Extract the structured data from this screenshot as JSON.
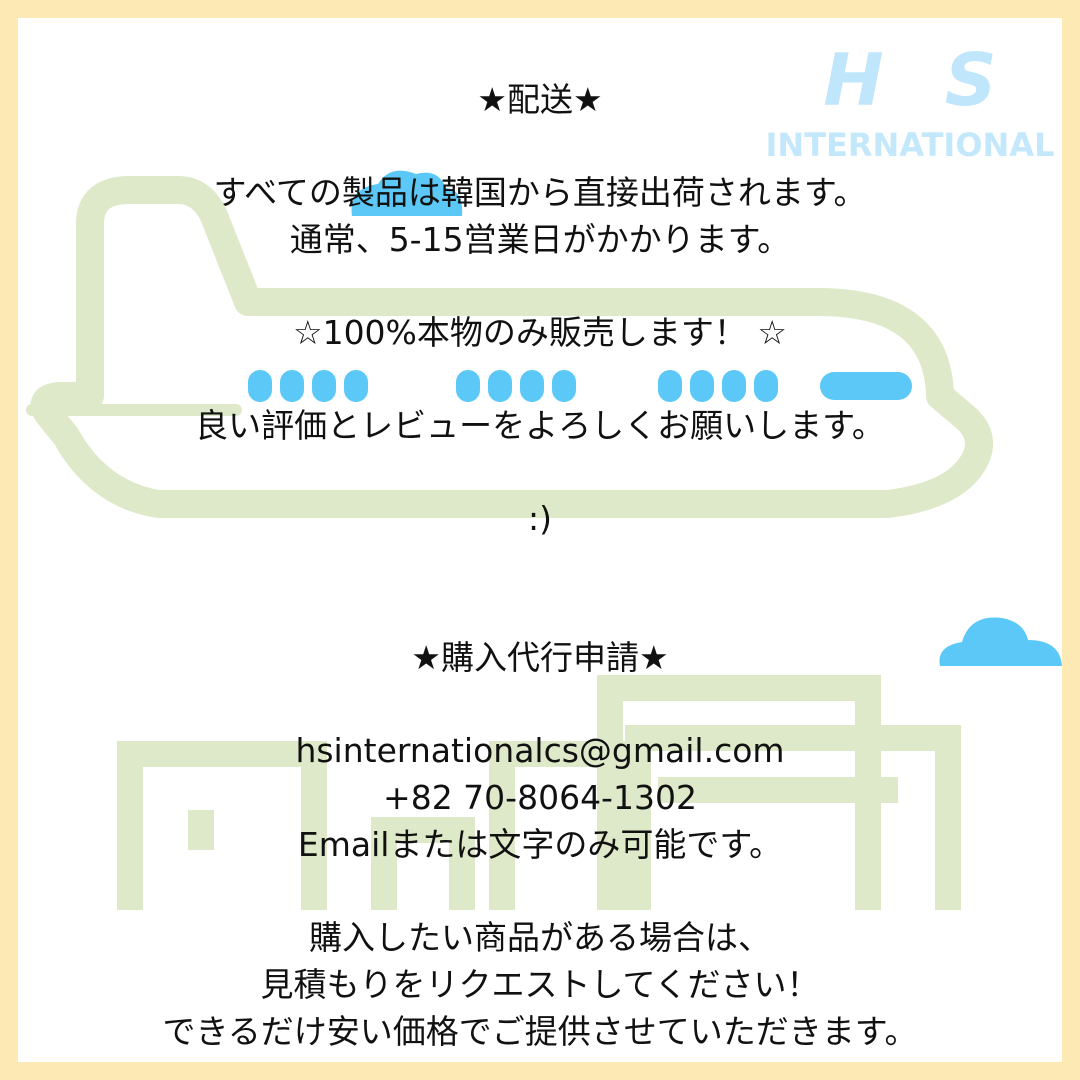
{
  "logo": {
    "main": "H S",
    "sub": "INTERNATIONAL"
  },
  "shipping": {
    "heading": "★配送★",
    "line1": "すべての製品は韓国から直接出荷されます。",
    "line2": "通常、5-15営業日がかかります。",
    "authentic": "☆100%本物のみ販売します！ ☆",
    "review": "良い評価とレビューをよろしくお願いします。",
    "smile": ":)"
  },
  "proxy": {
    "heading": "★購入代行申請★",
    "email": "hsinternationalcs@gmail.com",
    "phone": "+82 70-8064-1302",
    "contact_note": "Emailまたは文字のみ可能です。",
    "request1": "購入したい商品がある場合は、",
    "request2": "見積もりをリクエストしてください！",
    "request3": "できるだけ安い価格でご提供させていただきます。"
  },
  "colors": {
    "outer_border": "#fde9b4",
    "background": "#ffffff",
    "illustration_green": "#dde9c8",
    "illustration_blue": "#5bc8f7",
    "logo_blue": "#bfe6fb",
    "text": "#111111"
  }
}
